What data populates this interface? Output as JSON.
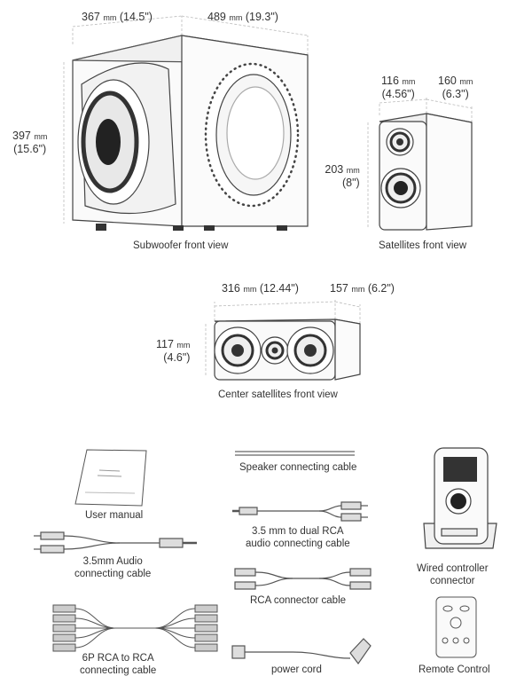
{
  "dimensions": {
    "sub_width_value": "367",
    "sub_width_unit": "mm",
    "sub_width_inch": "(14.5\")",
    "sub_depth_value": "489",
    "sub_depth_unit": "mm",
    "sub_depth_inch": "(19.3\")",
    "sub_height_value": "397",
    "sub_height_unit": "mm",
    "sub_height_inch": "(15.6\")",
    "sat_width_value": "116",
    "sat_width_unit": "mm",
    "sat_width_inch": "(4.56\")",
    "sat_depth_value": "160",
    "sat_depth_unit": "mm",
    "sat_depth_inch": "(6.3\")",
    "sat_height_value": "203",
    "sat_height_unit": "mm",
    "sat_height_inch": "(8\")",
    "center_width_value": "316",
    "center_width_unit": "mm",
    "center_width_inch": "(12.44\")",
    "center_depth_value": "157",
    "center_depth_unit": "mm",
    "center_depth_inch": "(6.2\")",
    "center_height_value": "117",
    "center_height_unit": "mm",
    "center_height_inch": "(4.6\")"
  },
  "views": {
    "subwoofer": "Subwoofer front view",
    "satellites": "Satellites front view",
    "center": "Center satellites front view"
  },
  "accessories": {
    "user_manual": "User manual",
    "audio_35_line1": "3.5mm Audio",
    "audio_35_line2": "connecting cable",
    "rca6p_line1": "6P RCA to RCA",
    "rca6p_line2": "connecting cable",
    "speaker_cable": "Speaker connecting cable",
    "dual_rca_line1": "3.5 mm to dual RCA",
    "dual_rca_line2": "audio connecting cable",
    "rca_connector": "RCA connector cable",
    "power_cord": "power cord",
    "wired_line1": "Wired controller",
    "wired_line2": "connector",
    "remote": "Remote Control"
  }
}
